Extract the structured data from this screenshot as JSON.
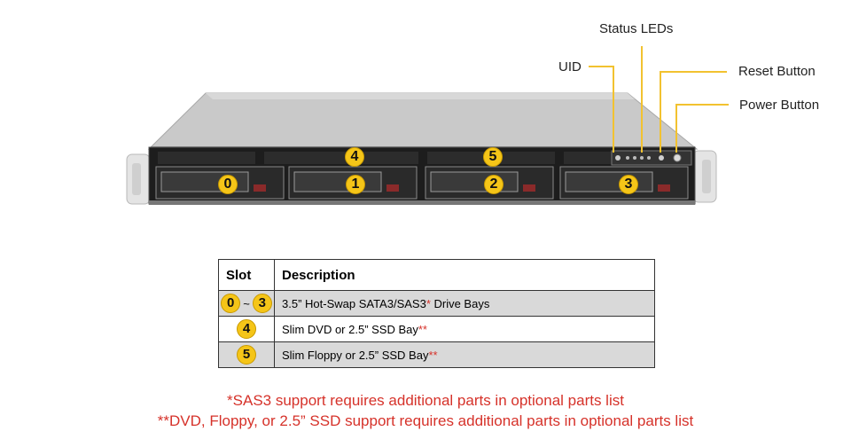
{
  "callouts": {
    "uid": "UID",
    "status_leds": "Status LEDs",
    "reset_button": "Reset Button",
    "power_button": "Power Button"
  },
  "bay_badges": [
    "0",
    "1",
    "2",
    "3",
    "4",
    "5"
  ],
  "table": {
    "headers": [
      "Slot",
      "Description"
    ],
    "rows": [
      {
        "slot_from": "0",
        "slot_sep": "~",
        "slot_to": "3",
        "description": "3.5” Hot-Swap SATA3/SAS3",
        "mark": "*",
        "description_tail": " Drive Bays"
      },
      {
        "slot": "4",
        "description": "Slim DVD or 2.5” SSD Bay",
        "mark": "**"
      },
      {
        "slot": "5",
        "description": "Slim Floppy or 2.5” SSD Bay",
        "mark": "**"
      }
    ]
  },
  "notes": [
    "*SAS3 support requires additional parts in optional parts list",
    "**DVD, Floppy, or 2.5” SSD support requires additional parts in optional parts list"
  ],
  "colors": {
    "badge": "#f5c518",
    "leader_line": "#f2c230",
    "note_text": "#d6322a",
    "table_shade": "#d9d9d9"
  }
}
